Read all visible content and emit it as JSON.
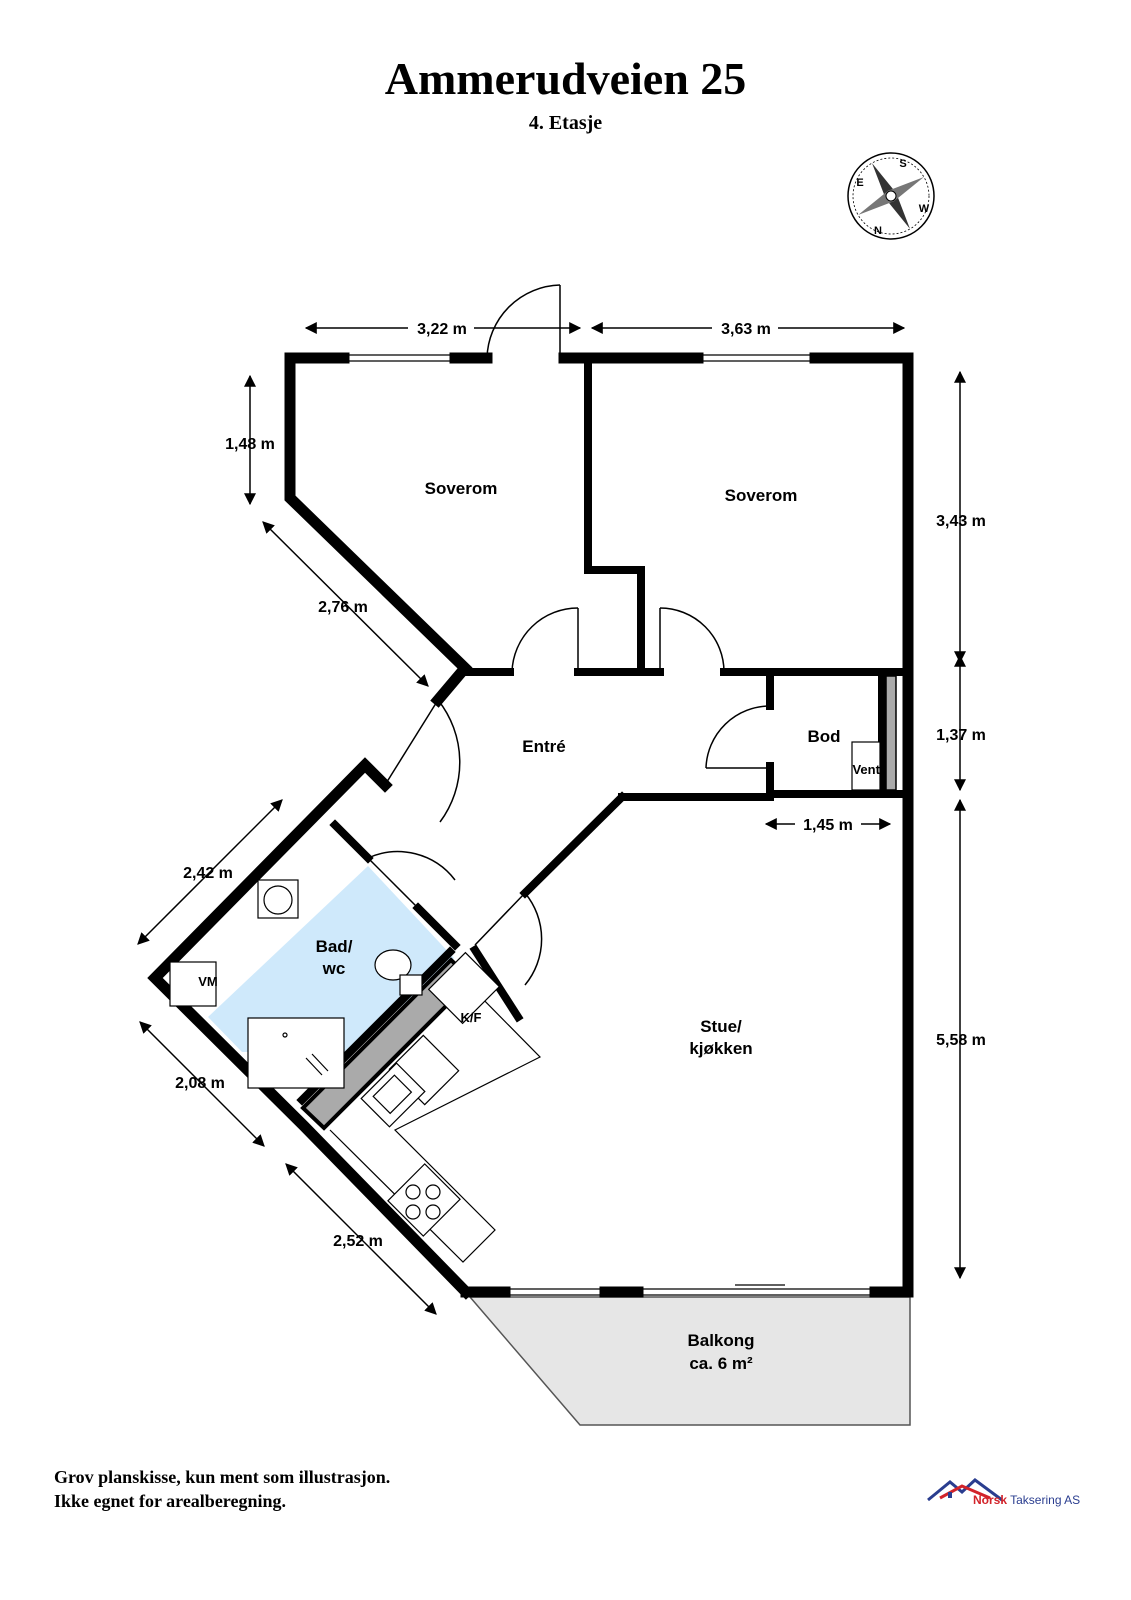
{
  "header": {
    "title": "Ammerudveien 25",
    "floor": "4. Etasje"
  },
  "rooms": {
    "bedroom_left": "Soverom",
    "bedroom_right": "Soverom",
    "entrance": "Entré",
    "storage": "Bod",
    "vent": "Vent.",
    "bathroom_line1": "Bad/",
    "bathroom_line2": "wc",
    "washer": "VM",
    "fridge": "K/F",
    "living_line1": "Stue/",
    "living_line2": "kjøkken",
    "balcony_line1": "Balkong",
    "balcony_line2": "ca. 6 m²"
  },
  "dimensions": {
    "top_left": "3,22 m",
    "top_right": "3,63 m",
    "left_short": "1,48 m",
    "left_diag": "2,76 m",
    "right_upper": "3,43 m",
    "right_middle": "1,37 m",
    "bod_width": "1,45 m",
    "right_lower": "5,58 m",
    "bath_diag_upper": "2,42 m",
    "bath_diag_lower": "2,08 m",
    "kitchen_diag": "2,52 m"
  },
  "compass": {
    "n": "N",
    "s": "S",
    "e": "E",
    "w": "W"
  },
  "footer": {
    "line1": "Grov planskisse, kun ment som illustrasjon.",
    "line2": "Ikke egnet for arealberegning."
  },
  "logo": {
    "brand": "Norsk",
    "rest": " Taksering AS"
  },
  "colors": {
    "wall": "#000000",
    "bathroom_fill": "#cfe9fb",
    "balcony_fill": "#e6e6e6",
    "logo_red": "#d2232a",
    "logo_blue": "#2a3d8f"
  }
}
